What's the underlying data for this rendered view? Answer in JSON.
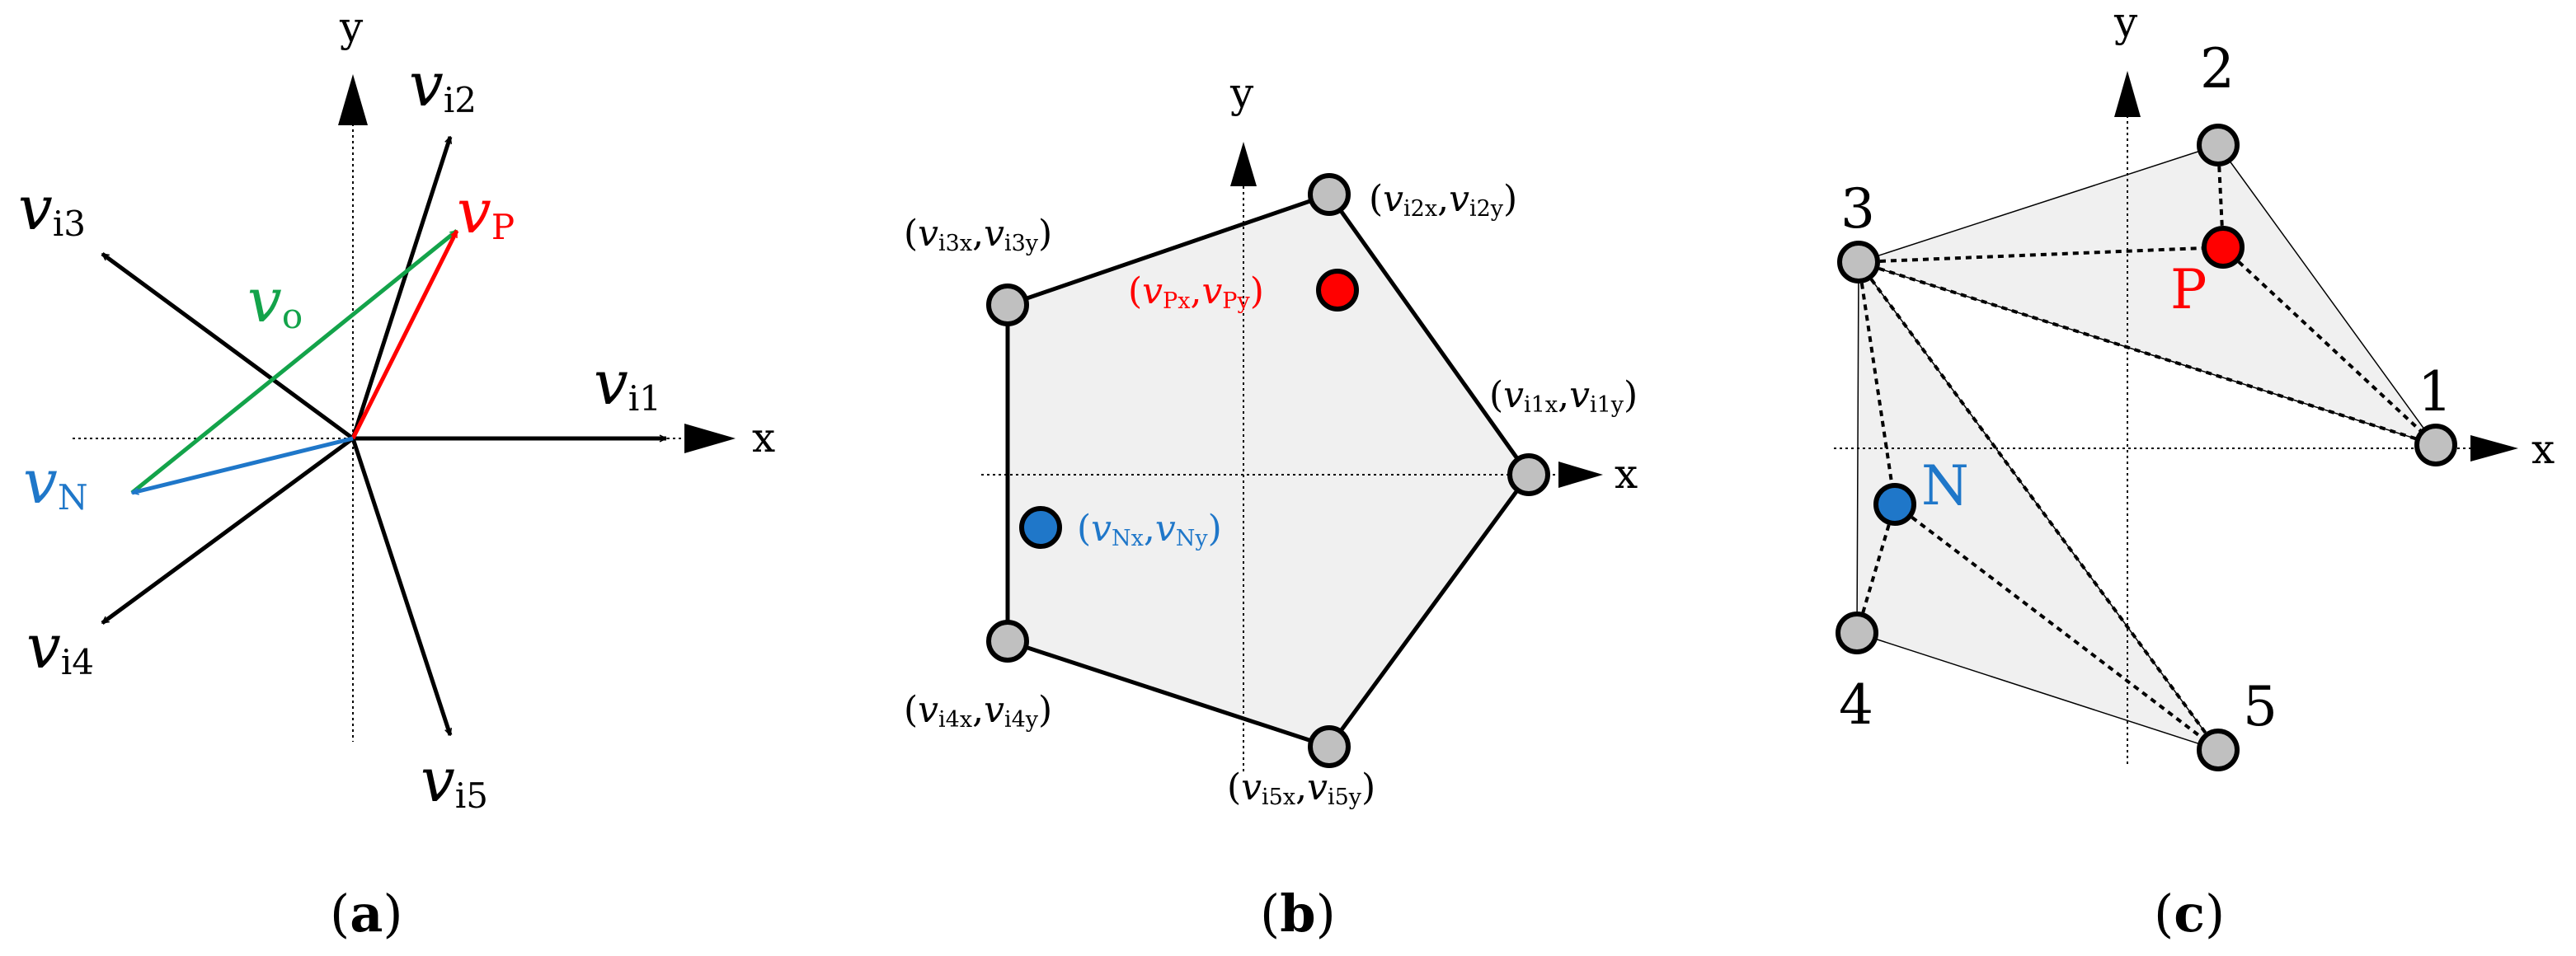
{
  "colors": {
    "black": "#000000",
    "red": "#ff0000",
    "blue": "#1f77c9",
    "green": "#13a34a",
    "node_gray": "#c0c0c0",
    "fill_gray": "#f0f0f0"
  },
  "panel_a": {
    "caption": {
      "open": "(",
      "letter": "a",
      "close": ")"
    },
    "axis_x": "x",
    "axis_y": "y",
    "vectors": [
      {
        "base": "v",
        "sub": "i1"
      },
      {
        "base": "v",
        "sub": "i2"
      },
      {
        "base": "v",
        "sub": "i3"
      },
      {
        "base": "v",
        "sub": "i4"
      },
      {
        "base": "v",
        "sub": "i5"
      }
    ],
    "v_o": {
      "base": "v",
      "sub": "o"
    },
    "v_p": {
      "base": "v",
      "sub": "P"
    },
    "v_n": {
      "base": "v",
      "sub": "N"
    }
  },
  "panel_b": {
    "caption": {
      "open": "(",
      "letter": "b",
      "close": ")"
    },
    "axis_x": "x",
    "axis_y": "y",
    "vertices": [
      {
        "open": "(",
        "v1": "v",
        "s1": "i1x",
        "comma": ",",
        "v2": "v",
        "s2": "i1y",
        "close": ")"
      },
      {
        "open": "(",
        "v1": "v",
        "s1": "i2x",
        "comma": ",",
        "v2": "v",
        "s2": "i2y",
        "close": ")"
      },
      {
        "open": "(",
        "v1": "v",
        "s1": "i3x",
        "comma": ",",
        "v2": "v",
        "s2": "i3y",
        "close": ")"
      },
      {
        "open": "(",
        "v1": "v",
        "s1": "i4x",
        "comma": ",",
        "v2": "v",
        "s2": "i4y",
        "close": ")"
      },
      {
        "open": "(",
        "v1": "v",
        "s1": "i5x",
        "comma": ",",
        "v2": "v",
        "s2": "i5y",
        "close": ")"
      }
    ],
    "point_p": {
      "open": "(",
      "v1": "v",
      "s1": "Px",
      "comma": ",",
      "v2": "v",
      "s2": "Py",
      "close": ")"
    },
    "point_n": {
      "open": "(",
      "v1": "v",
      "s1": "Nx",
      "comma": ",",
      "v2": "v",
      "s2": "Ny",
      "close": ")"
    }
  },
  "panel_c": {
    "caption": {
      "open": "(",
      "letter": "c",
      "close": ")"
    },
    "axis_x": "x",
    "axis_y": "y",
    "node_labels": [
      "1",
      "2",
      "3",
      "4",
      "5"
    ],
    "point_p_label": "P",
    "point_n_label": "N"
  }
}
